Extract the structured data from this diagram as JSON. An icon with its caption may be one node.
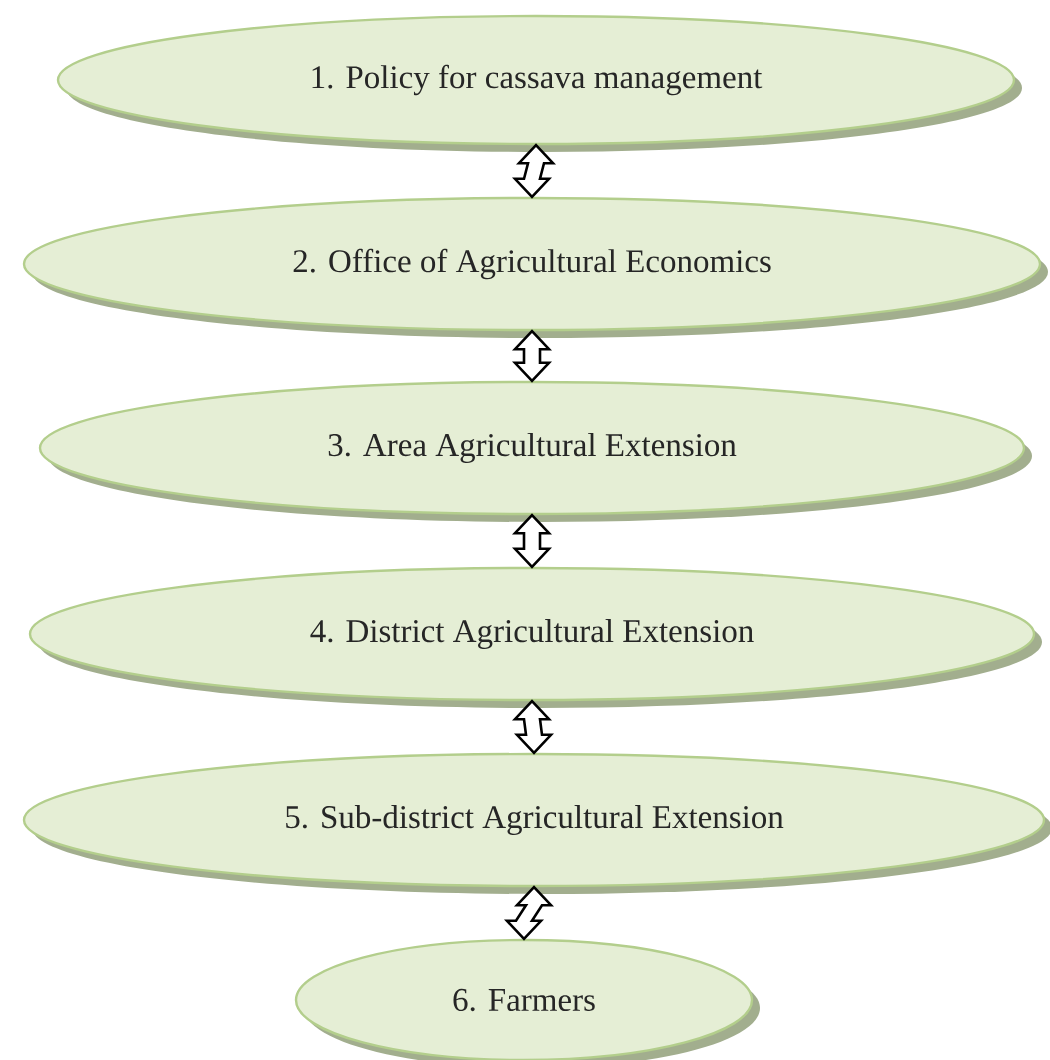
{
  "diagram": {
    "nodes": [
      {
        "text": [
          "1. Policy for cassava management"
        ]
      },
      {
        "text": [
          "2. Office of Agricultural Economics"
        ]
      },
      {
        "text": [
          "3. Area Agricultural Extension"
        ]
      },
      {
        "text": [
          "4. District Agricultural Extension"
        ]
      },
      {
        "text": [
          "5. Sub-district Agricultural Extension"
        ]
      },
      {
        "text": [
          "6. Farmers"
        ]
      }
    ],
    "edges": [
      {
        "from": 0,
        "to": 1,
        "arrow": "both"
      },
      {
        "from": 1,
        "to": 2,
        "arrow": "both"
      },
      {
        "from": 2,
        "to": 3,
        "arrow": "both"
      },
      {
        "from": 3,
        "to": 4,
        "arrow": "both"
      },
      {
        "from": 4,
        "to": 5,
        "arrow": "both"
      }
    ]
  }
}
